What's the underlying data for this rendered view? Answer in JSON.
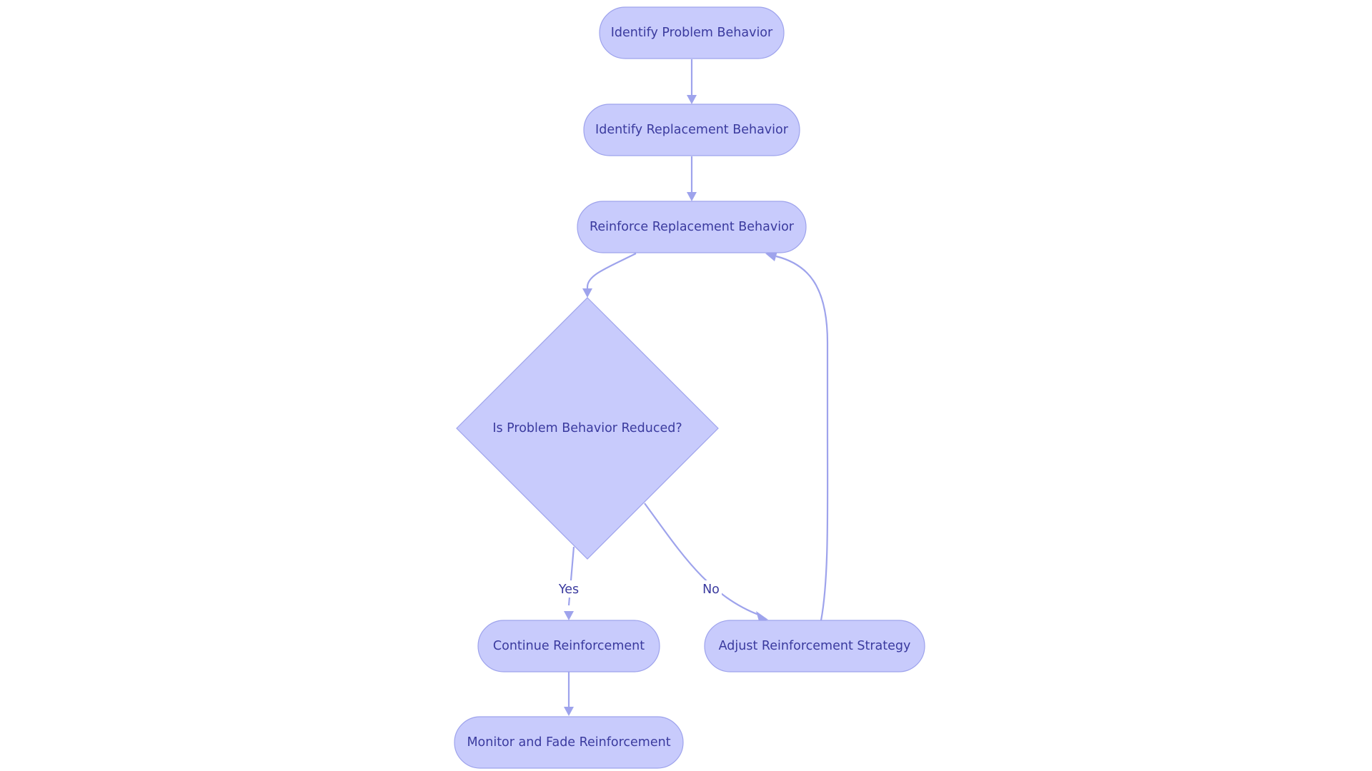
{
  "nodes": {
    "identify_problem": "Identify Problem Behavior",
    "identify_replacement": "Identify Replacement Behavior",
    "reinforce_replacement": "Reinforce Replacement Behavior",
    "decision": "Is Problem Behavior Reduced?",
    "continue_reinforcement": "Continue Reinforcement",
    "adjust_strategy": "Adjust Reinforcement Strategy",
    "monitor_fade": "Monitor and Fade Reinforcement"
  },
  "edges": {
    "yes_label": "Yes",
    "no_label": "No"
  },
  "colors": {
    "node_fill": "#c8cbfc",
    "node_stroke": "#9ea3ec",
    "edge": "#9ea3ec",
    "text": "#3a3a9e"
  }
}
